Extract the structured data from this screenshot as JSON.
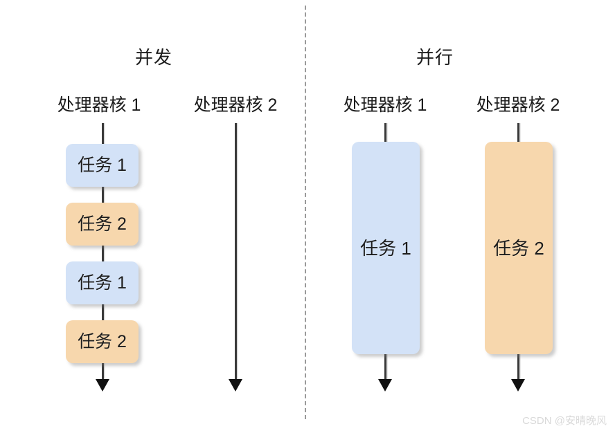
{
  "diagram": {
    "watermark": "CSDN @安晴晚风",
    "colors": {
      "task1_fill": "#d3e2f7",
      "task2_fill": "#f7d7ad",
      "arrow": "#3a3a3a",
      "divider": "#9a9a9a",
      "text": "#1c1c1c",
      "background": "#ffffff"
    },
    "panels": [
      {
        "id": "concurrency",
        "title": "并发",
        "cores": [
          {
            "id": "core-1",
            "label": "处理器核 1",
            "tasks": [
              {
                "label": "任务 1",
                "color": "blue"
              },
              {
                "label": "任务 2",
                "color": "orange"
              },
              {
                "label": "任务 1",
                "color": "blue"
              },
              {
                "label": "任务 2",
                "color": "orange"
              }
            ]
          },
          {
            "id": "core-2",
            "label": "处理器核 2",
            "tasks": []
          }
        ]
      },
      {
        "id": "parallelism",
        "title": "并行",
        "cores": [
          {
            "id": "core-1",
            "label": "处理器核 1",
            "tasks": [
              {
                "label": "任务 1",
                "color": "blue"
              }
            ]
          },
          {
            "id": "core-2",
            "label": "处理器核 2",
            "tasks": [
              {
                "label": "任务 2",
                "color": "orange"
              }
            ]
          }
        ]
      }
    ]
  }
}
